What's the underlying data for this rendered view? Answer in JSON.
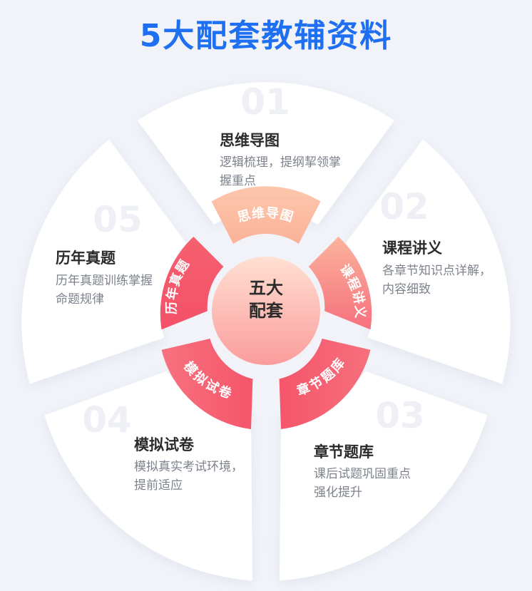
{
  "title": "5大配套教辅资料",
  "center_label": "五大\n配套",
  "sections": [
    {
      "number": "01",
      "title": "思维导图",
      "desc": "逻辑梳理，提纲挈领掌握重点",
      "arc_label": "思维导图"
    },
    {
      "number": "02",
      "title": "课程讲义",
      "desc": "各章节知识点详解，内容细致",
      "arc_label": "课程讲义"
    },
    {
      "number": "03",
      "title": "章节题库",
      "desc": "课后试题巩固重点强化提升",
      "arc_label": "章节题库"
    },
    {
      "number": "04",
      "title": "模拟试卷",
      "desc": "模拟真实考试环境，提前适应",
      "arc_label": "模拟试卷"
    },
    {
      "number": "05",
      "title": "历年真题",
      "desc": "历年真题训练掌握命题规律",
      "arc_label": "历年真题"
    }
  ],
  "colors": {
    "title": "#1e6ff2",
    "card": "#ffffff",
    "background": "#f1f3f9",
    "ring_light": "#fbc0a3",
    "ring_dark": "#f5556a",
    "center_light": "#ffd8c8",
    "center_dark": "#fb9a9a"
  }
}
